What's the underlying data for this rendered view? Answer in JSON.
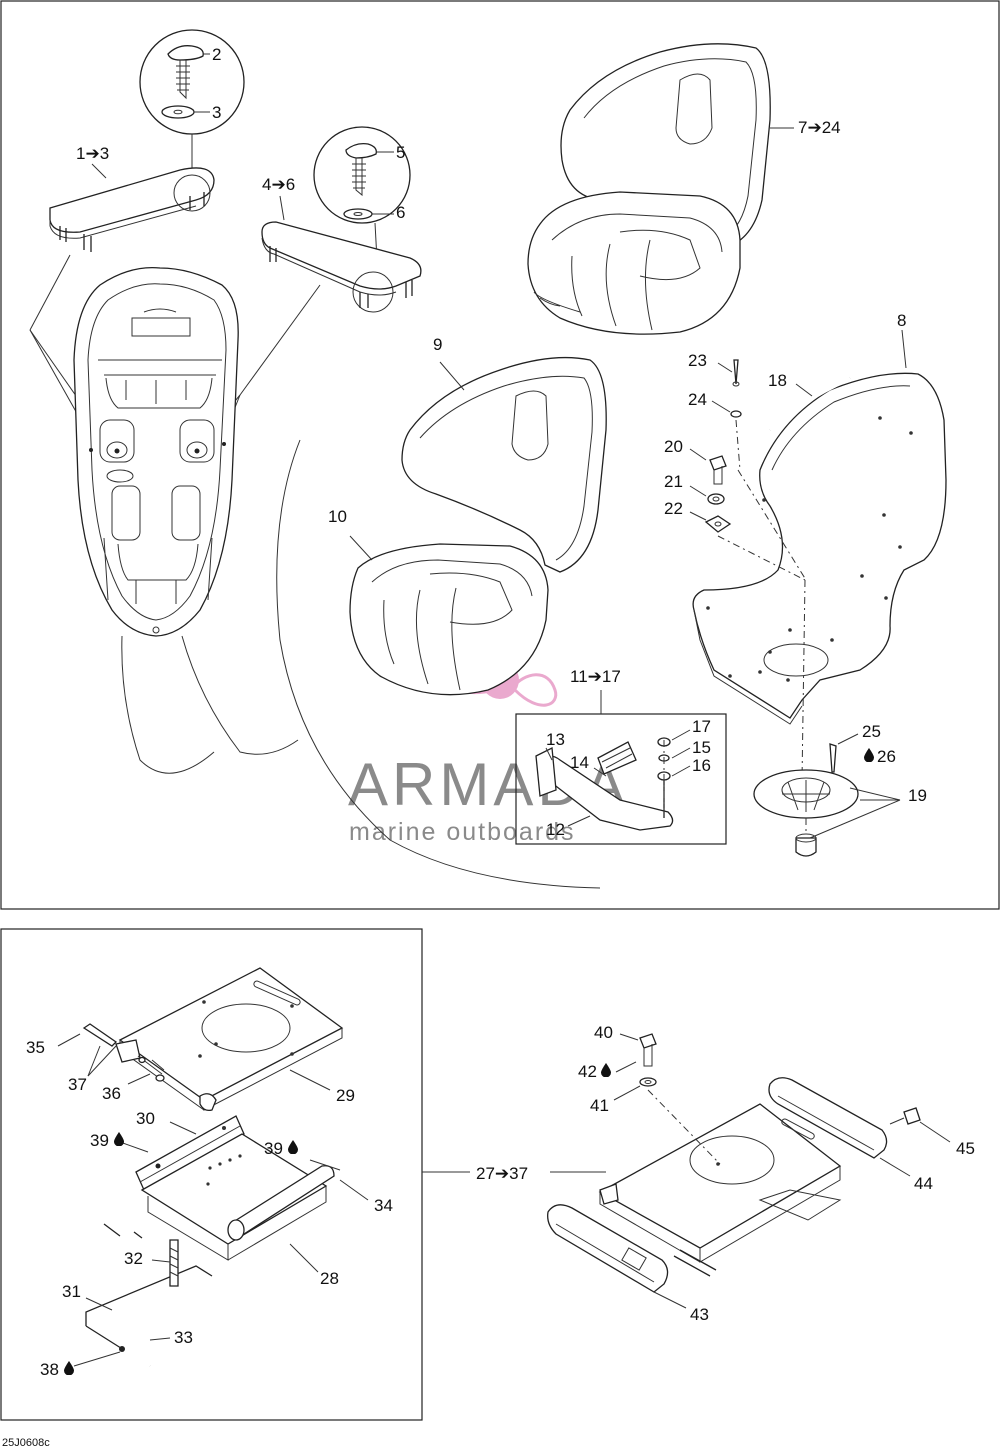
{
  "figure_code": "25J0608c",
  "watermark": {
    "brand": "ARMADA",
    "tagline": "marine outboards",
    "color": "#e79bc6"
  },
  "callouts": {
    "c1_3": "1➔3",
    "c2": "2",
    "c3": "3",
    "c4_6": "4➔6",
    "c5": "5",
    "c6": "6",
    "c7_24": "7➔24",
    "c8": "8",
    "c9": "9",
    "c10": "10",
    "c11_17": "11➔17",
    "c12": "12",
    "c13": "13",
    "c14": "14",
    "c15": "15",
    "c16": "16",
    "c17": "17",
    "c18": "18",
    "c19": "19",
    "c20": "20",
    "c21": "21",
    "c22": "22",
    "c23": "23",
    "c24": "24",
    "c25": "25",
    "c26": "26",
    "c27_37": "27➔37",
    "c28": "28",
    "c29": "29",
    "c30": "30",
    "c31": "31",
    "c32": "32",
    "c33": "33",
    "c34": "34",
    "c35": "35",
    "c36": "36",
    "c37": "37",
    "c38": "38",
    "c39a": "39",
    "c39b": "39",
    "c40": "40",
    "c41": "41",
    "c42": "42",
    "c43": "43",
    "c44": "44",
    "c45": "45"
  }
}
